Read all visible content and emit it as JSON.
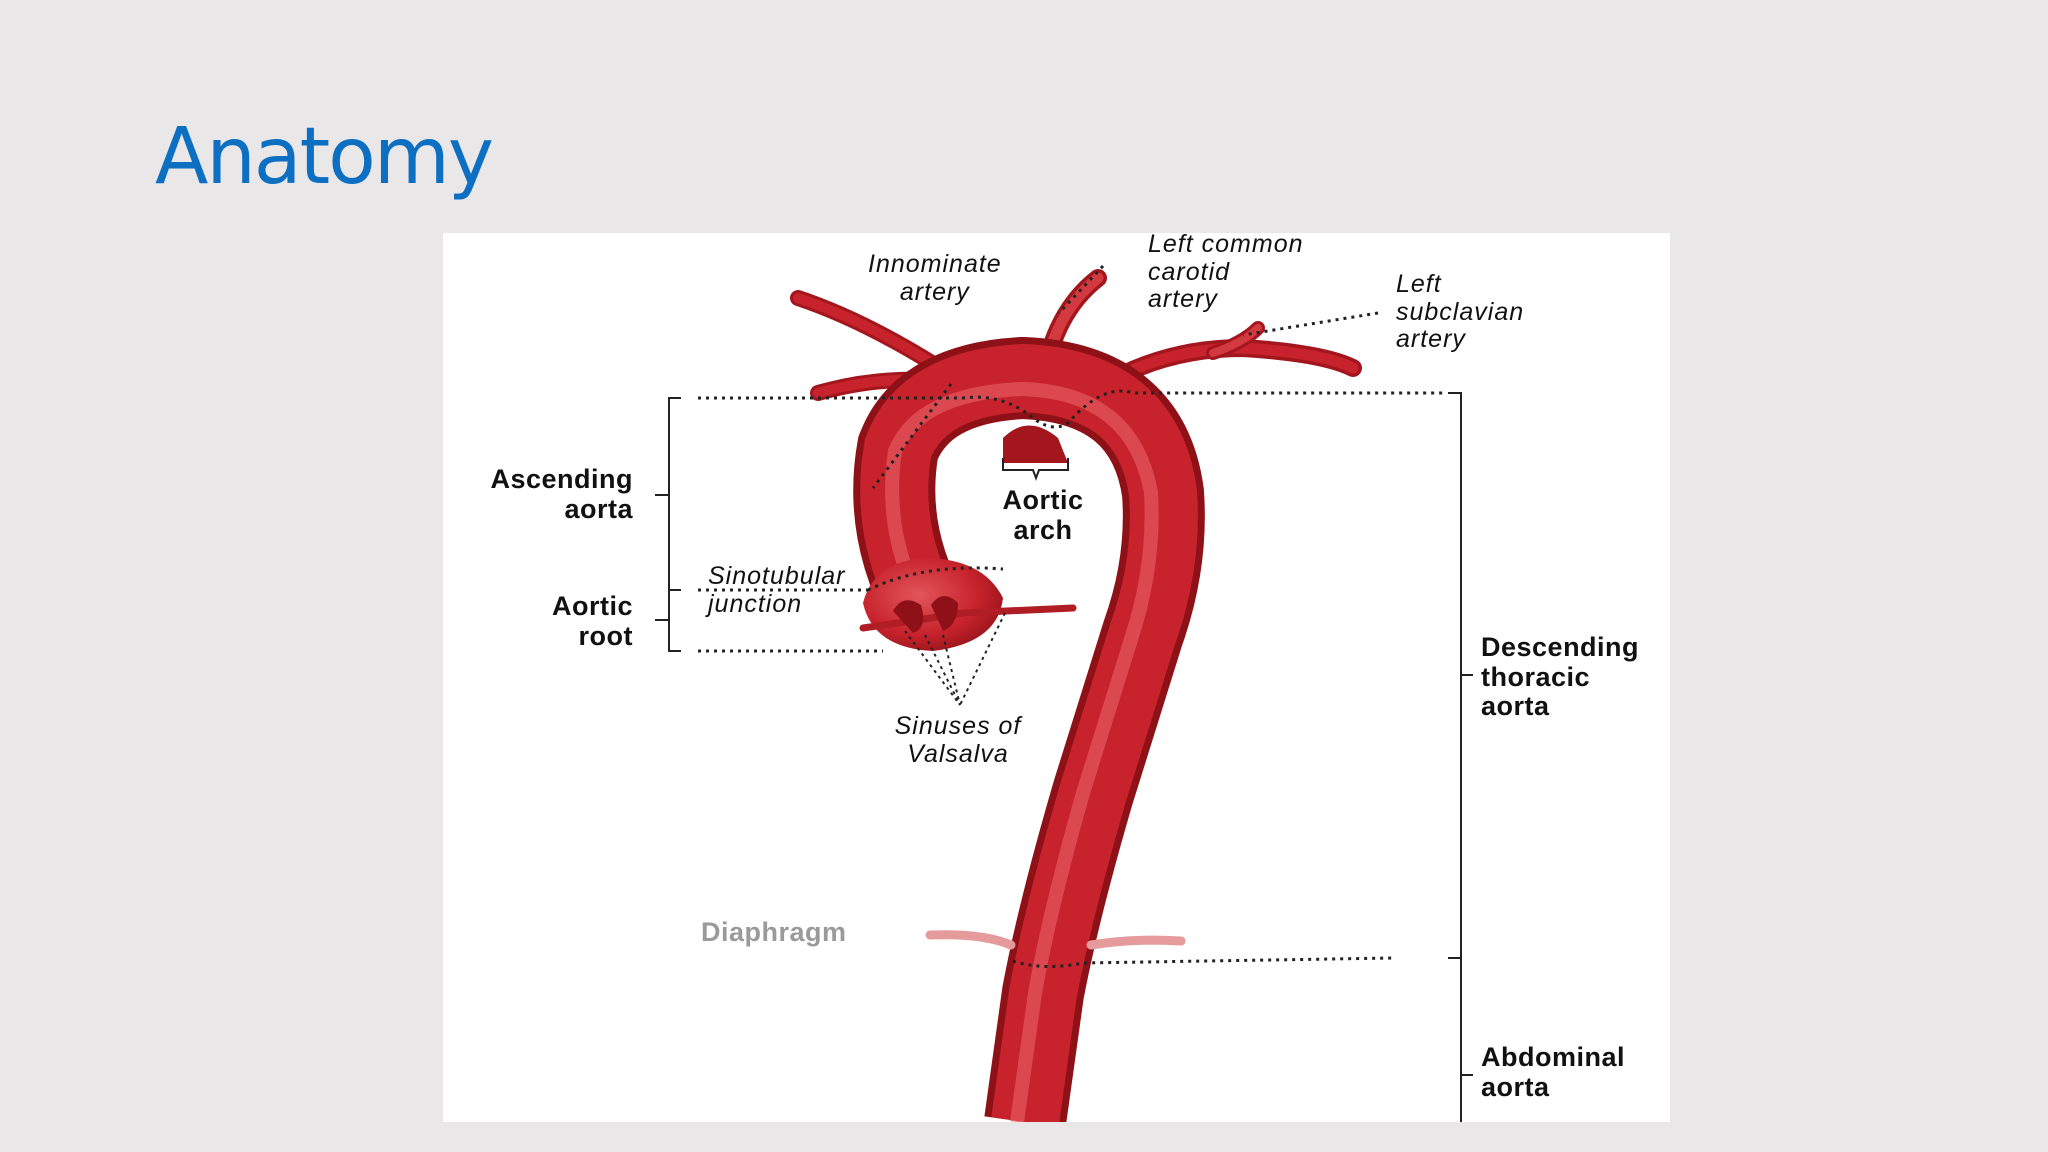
{
  "slide": {
    "title": "Anatomy"
  },
  "diagram": {
    "labels": {
      "innominate": "Innominate\nartery",
      "left_common_carotid": "Left common\ncarotid\nartery",
      "left_subclavian": "Left\nsubclavian\nartery",
      "ascending_aorta": "Ascending\naorta",
      "aortic_arch": "Aortic\narch",
      "sinotubular": "Sinotubular\njunction",
      "aortic_root": "Aortic\nroot",
      "sinuses": "Sinuses of\nValsalva",
      "descending_thoracic": "Descending\nthoracic\naorta",
      "diaphragm": "Diaphragm",
      "abdominal": "Abdominal\naorta"
    },
    "colors": {
      "aorta": "#c8232c",
      "aorta_highlight": "#e2555b",
      "aorta_shadow": "#8e1117",
      "diaphragm": "#e59b9b",
      "title": "#0d6fc1"
    }
  }
}
